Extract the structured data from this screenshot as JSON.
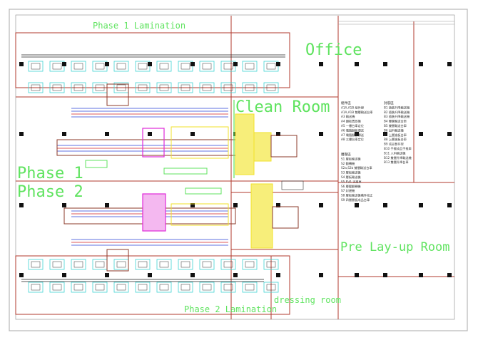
{
  "labels": {
    "phase1_lamination": "Phase 1 Lamination",
    "office": "Office",
    "clean_room": "Clean Room",
    "phase1": "Phase 1",
    "phase2": "Phase 2",
    "pre_layup_room": "Pre Lay-up Room",
    "phase2_lamination": "Phase 2 Lamination",
    "dressing_room": "dressing room"
  },
  "legend": {
    "col1": [
      "組件區",
      "A1A,A1B  組件線",
      "A1A,A1B  雙層輸送台車",
      "A3  輸送機",
      "A4  翻板置放機",
      "A5  一樓台車定位",
      "A6  電腦翻板傳送",
      "A7  電腦翻板傳送",
      "A8  三樓台車定位"
    ],
    "col2": [
      "封裝區",
      "B1  插裝升降輸送機",
      "B2  插裝升降輸送機",
      "B3  插裝升降輸送機",
      "B4  雙層輸送台車",
      "B5  雙層輸送台車",
      "B6  出料輸送機",
      "B7  上層進板台車",
      "B8  上層進板台車",
      "B9  成品暫存架",
      "B10  手搬成品手推車",
      "B11  人料輸送機",
      "B12  雙層升降輸送機",
      "B13  雙層升降台車"
    ],
    "col3": [
      "層壓區",
      "S1  層板輸送機",
      "S2  翻轉機",
      "S2a,S2b  雙層輸送台車",
      "S3  層板輸送機",
      "S4  層板輸送機",
      "S5  EVA 手推車",
      "S6  層壓翻轉機",
      "S7  封邊機",
      "S8  層板輸送機構件校正",
      "S9  四層層板成品台車"
    ]
  },
  "colors": {
    "frame": "#a8a8a8",
    "wall": "#b03a2e",
    "green": "#5fe35f",
    "cyan": "#3fd3d3",
    "yellow": "#f2e12a",
    "magenta": "#e02ad8",
    "brown": "#8b3a2a",
    "blue": "#2a40d8",
    "column": "#111111"
  }
}
